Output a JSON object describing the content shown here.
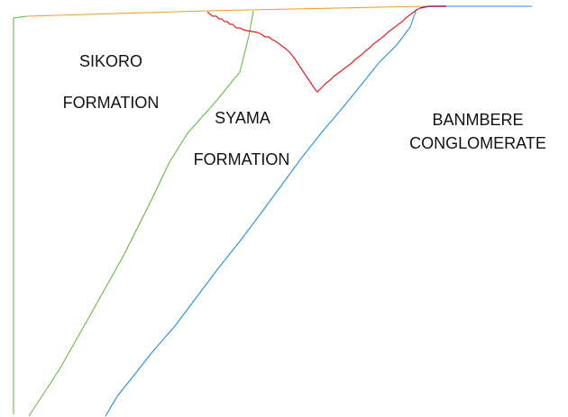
{
  "diagram": {
    "colors": {
      "topography": "#f0a030",
      "sikoro_syama_contact": "#66b84a",
      "syama_banmbere_contact": "#2a8fd6",
      "pit_outline": "#e02020",
      "pit_rim": "#8a1a6a",
      "left_boundary": "#66b84a"
    },
    "units": [
      {
        "name": "sikoro",
        "lines": [
          "SIKORO",
          "FORMATION"
        ]
      },
      {
        "name": "syama",
        "lines": [
          "SYAMA",
          "FORMATION"
        ]
      },
      {
        "name": "banmbere",
        "lines": [
          "BANMBERE",
          "CONGLOMERATE"
        ]
      }
    ]
  }
}
